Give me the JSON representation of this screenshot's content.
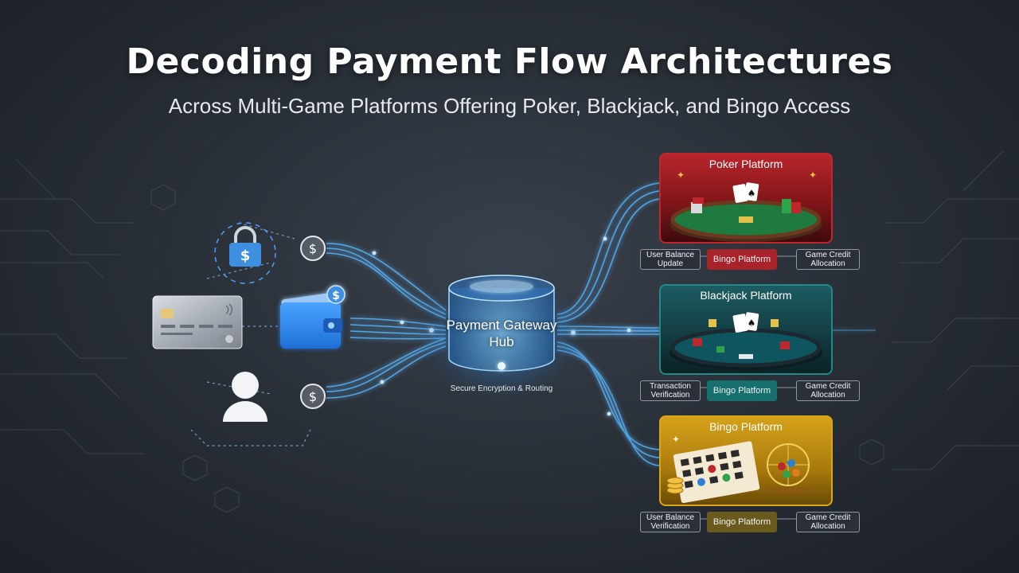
{
  "header": {
    "title": "Decoding Payment Flow Architectures",
    "subtitle": "Across Multi-Game Platforms Offering Poker, Blackjack, and Bingo Access"
  },
  "hub": {
    "label": "Payment Gateway Hub",
    "caption": "Secure Encryption & Routing"
  },
  "platforms": [
    {
      "name": "Poker Platform",
      "accent": "#c0272d",
      "tags": [
        "User Balance Update",
        "Bingo Platform",
        "Game Credit Allocation"
      ]
    },
    {
      "name": "Blackjack Platform",
      "accent": "#1f8a8a",
      "tags": [
        "Transaction Verification",
        "Bingo Platform",
        "Game Credit Allocation"
      ]
    },
    {
      "name": "Bingo Platform",
      "accent": "#d9a615",
      "tags": [
        "User Balance Verification",
        "Bingo Platform",
        "Game Credit Allocation"
      ]
    }
  ],
  "colors": {
    "flow": "#5ab8ff",
    "poker": "#c0272d",
    "blackjack": "#1f8a8a",
    "bingo": "#d9a615"
  },
  "icons": [
    "lock-dollar-icon",
    "credit-card-icon",
    "wallet-icon",
    "user-icon",
    "dollar-coin-icon"
  ]
}
